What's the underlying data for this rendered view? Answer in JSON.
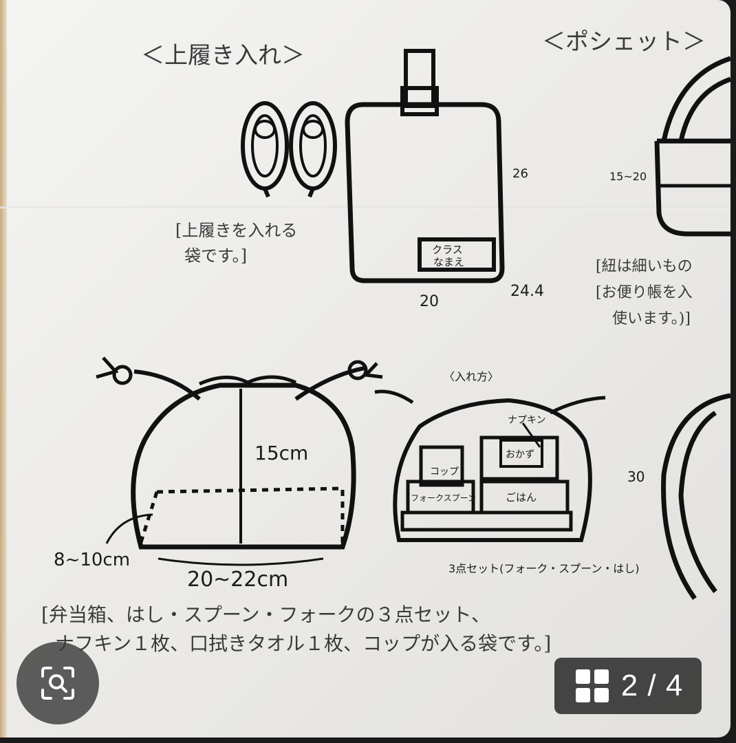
{
  "photo": {
    "uwabaki_title": "＜上履き入れ＞",
    "pochette_title": "＜ポシェット＞",
    "uwabaki_desc_1": "[上履きを入れる",
    "uwabaki_desc_2": "袋です。]",
    "pochette_desc_1": "[紐は細いもの",
    "pochette_desc_2": "[お便り帳を入",
    "pochette_desc_3": "使います。)]",
    "bento_desc_1": "[弁当箱、はし・スプーン・フォークの３点セット、",
    "bento_desc_2": "ナフキン１枚、口拭きタオル１枚、コップが入る袋です。]",
    "dim_26": "26",
    "dim_20": "20",
    "dim_24": "24.4",
    "dim_15_20": "15~20",
    "dim_15cm": "15cm",
    "dim_8_10cm": "8~10cm",
    "dim_20_22cm": "20~22cm",
    "dim_30": "30",
    "label_class_name_1": "クラス",
    "label_class_name_2": "なまえ",
    "label_irekata": "〈入れ方〉",
    "label_napkin": "ナプキン",
    "label_cup": "コップ",
    "label_fork": "フォークスプーン",
    "label_gohan": "ごはん",
    "label_okazu": "おかず",
    "label_3set": "3点セット(フォーク・スプーン・はし)"
  },
  "overlay": {
    "lens_icon": "lens-search-icon",
    "gallery_icon": "grid-icon",
    "page_counter": "2 / 4"
  }
}
